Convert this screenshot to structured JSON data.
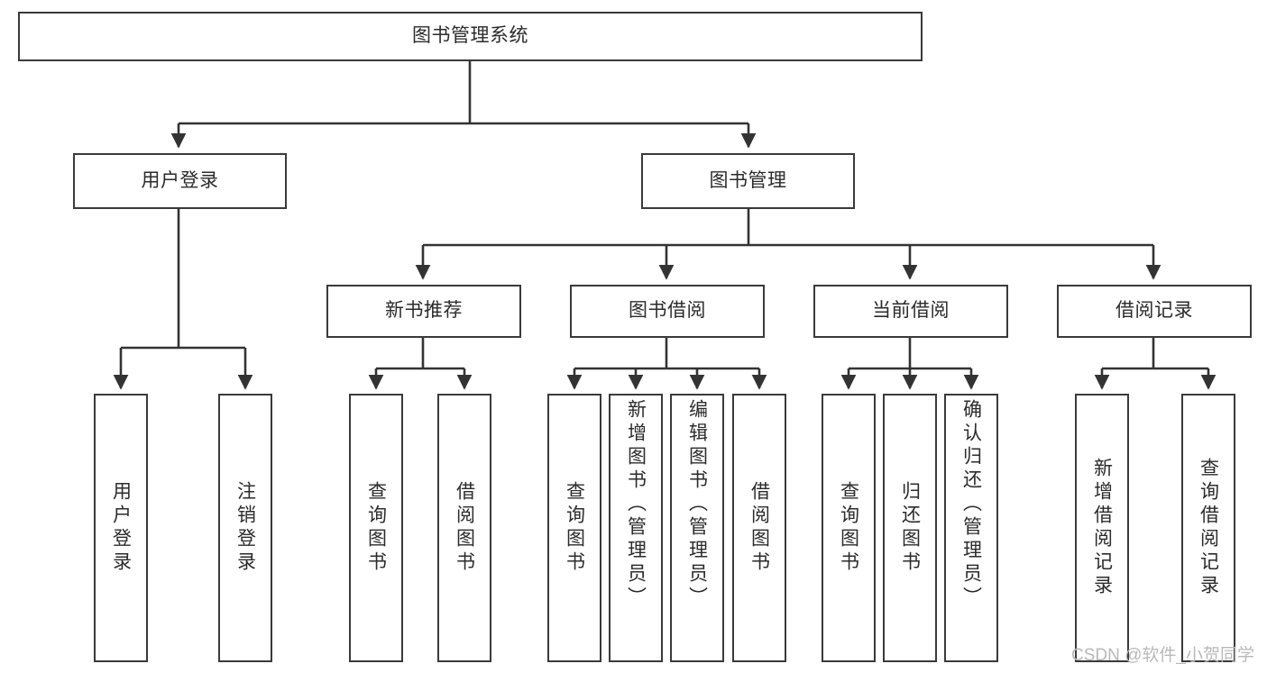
{
  "diagram": {
    "type": "tree-hierarchy-chart",
    "title": "图书管理系统",
    "root": {
      "id": "root",
      "label": "图书管理系统",
      "orientation": "horizontal"
    },
    "level2": [
      {
        "id": "user-login",
        "label": "用户登录",
        "orientation": "horizontal"
      },
      {
        "id": "book-management",
        "label": "图书管理",
        "orientation": "horizontal"
      }
    ],
    "level3": [
      {
        "id": "new-book-recommend",
        "label": "新书推荐",
        "orientation": "horizontal",
        "parent": "book-management"
      },
      {
        "id": "book-borrow",
        "label": "图书借阅",
        "orientation": "horizontal",
        "parent": "book-management"
      },
      {
        "id": "current-borrow",
        "label": "当前借阅",
        "orientation": "horizontal",
        "parent": "book-management"
      },
      {
        "id": "borrow-record",
        "label": "借阅记录",
        "orientation": "horizontal",
        "parent": "book-management"
      }
    ],
    "leaves": [
      {
        "id": "leaf-user-login",
        "label": "用户登录",
        "parent": "user-login"
      },
      {
        "id": "leaf-logout-login",
        "label": "注销登录",
        "parent": "user-login"
      },
      {
        "id": "leaf-query-book-1",
        "label": "查询图书",
        "parent": "new-book-recommend"
      },
      {
        "id": "leaf-borrow-book-1",
        "label": "借阅图书",
        "parent": "new-book-recommend"
      },
      {
        "id": "leaf-query-book-2",
        "label": "查询图书",
        "parent": "book-borrow"
      },
      {
        "id": "leaf-add-book",
        "label": "新增图书（管理员）",
        "parent": "book-borrow"
      },
      {
        "id": "leaf-edit-book",
        "label": "编辑图书（管理员）",
        "parent": "book-borrow"
      },
      {
        "id": "leaf-borrow-book-2",
        "label": "借阅图书",
        "parent": "book-borrow"
      },
      {
        "id": "leaf-query-book-3",
        "label": "查询图书",
        "parent": "current-borrow"
      },
      {
        "id": "leaf-return-book",
        "label": "归还图书",
        "parent": "current-borrow"
      },
      {
        "id": "leaf-confirm-return",
        "label": "确认归还（管理员）",
        "parent": "current-borrow"
      },
      {
        "id": "leaf-add-record",
        "label": "新增借阅记录",
        "parent": "borrow-record"
      },
      {
        "id": "leaf-query-record",
        "label": "查询借阅记录",
        "parent": "borrow-record"
      }
    ]
  },
  "watermark": {
    "text": "CSDN @软件_小贺同学"
  },
  "colors": {
    "box_border": "#3a3a3a",
    "box_fill": "#ffffff",
    "text": "#2b2b2b",
    "connector": "#333333",
    "watermark": "#b9b9b9",
    "background": "#ffffff"
  }
}
